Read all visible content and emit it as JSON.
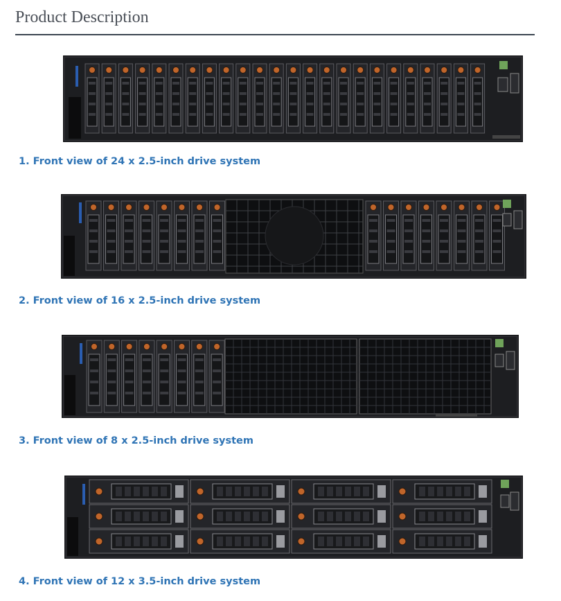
{
  "page": {
    "title": "Product Description"
  },
  "figures": [
    {
      "caption": "1. Front view of 24 x 2.5-inch drive system",
      "drive_count": 24,
      "drive_size": "2.5-inch"
    },
    {
      "caption": "2. Front view of 16 x 2.5-inch drive system",
      "drive_count": 16,
      "drive_size": "2.5-inch"
    },
    {
      "caption": "3. Front view of 8 x 2.5-inch drive system",
      "drive_count": 8,
      "drive_size": "2.5-inch"
    },
    {
      "caption": "4. Front view of 12 x 3.5-inch drive system",
      "drive_count": 12,
      "drive_size": "3.5-inch"
    }
  ],
  "colors": {
    "caption": "#2f74b5",
    "title": "#4a4f57",
    "chassis": "#1c1d1f",
    "drive_orange": "#c0652a"
  }
}
